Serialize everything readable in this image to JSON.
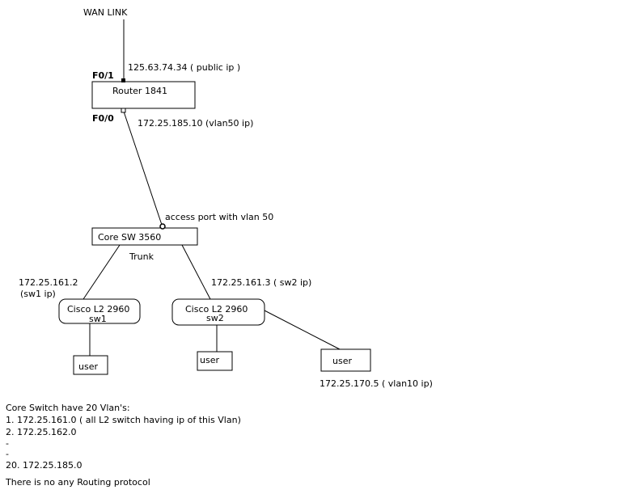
{
  "nodes": {
    "wan": {
      "label": "WAN LINK"
    },
    "router": {
      "label": "Router 1841",
      "port_top": "F0/1",
      "port_bottom": "F0/0",
      "public_ip": "125.63.74.34  ( public ip )",
      "vlan50_ip": "172.25.185.10  (vlan50 ip)"
    },
    "core": {
      "label": "Core SW 3560",
      "access_port": "access port with vlan 50",
      "trunk": "Trunk"
    },
    "sw1": {
      "line1": "Cisco L2 2960",
      "line2": "sw1",
      "ip": "172.25.161.2",
      "ip_note": "(sw1 ip)"
    },
    "sw2": {
      "line1": "Cisco L2 2960",
      "line2": "sw2",
      "ip": "172.25.161.3  ( sw2 ip)"
    },
    "user1": {
      "label": "user"
    },
    "user2": {
      "label": "user"
    },
    "user3": {
      "label": "user",
      "ip": "172.25.170.5  ( vlan10 ip)"
    }
  },
  "notes": {
    "heading": "Core Switch have 20 Vlan's:",
    "lines": [
      "1. 172.25.161.0  ( all L2 switch having ip of this Vlan)",
      "2. 172.25.162.0",
      "-",
      "-",
      "20.  172.25.185.0"
    ],
    "footer": "There is no any Routing protocol"
  }
}
